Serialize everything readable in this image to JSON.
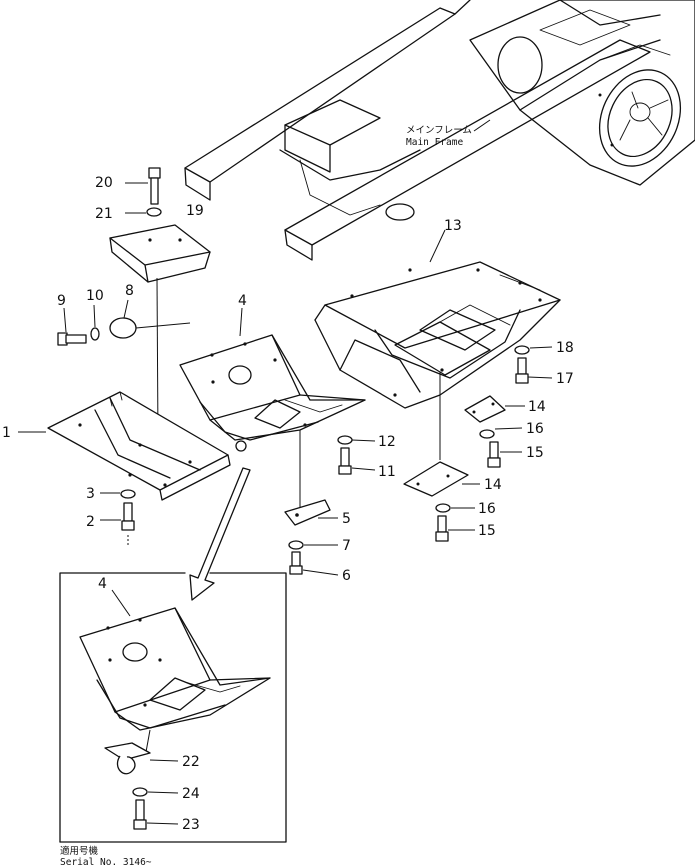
{
  "frame_label": {
    "jp": "メインフレーム",
    "en": "Main Frame"
  },
  "serial_note": {
    "jp": "適用号機",
    "en": "Serial No. 3146~"
  },
  "callouts": {
    "p1": "1",
    "p2": "2",
    "p3": "3",
    "p4": "4",
    "p4b": "4",
    "p5": "5",
    "p6": "6",
    "p7": "7",
    "p8": "8",
    "p9": "9",
    "p10": "10",
    "p11": "11",
    "p12": "12",
    "p13": "13",
    "p14a": "14",
    "p14b": "14",
    "p15a": "15",
    "p15b": "15",
    "p16a": "16",
    "p16b": "16",
    "p17": "17",
    "p18": "18",
    "p19": "19",
    "p20": "20",
    "p21": "21",
    "p22": "22",
    "p23": "23",
    "p24": "24"
  }
}
